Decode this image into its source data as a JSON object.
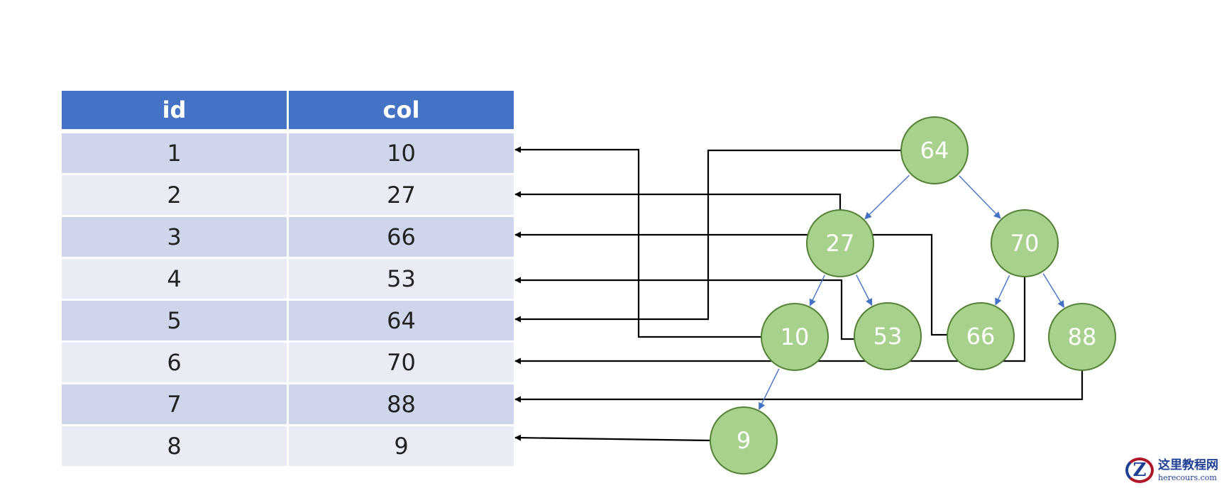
{
  "table": {
    "headers": [
      "id",
      "col"
    ],
    "rows": [
      {
        "id": "1",
        "col": "10"
      },
      {
        "id": "2",
        "col": "27"
      },
      {
        "id": "3",
        "col": "66"
      },
      {
        "id": "4",
        "col": "53"
      },
      {
        "id": "5",
        "col": "64"
      },
      {
        "id": "6",
        "col": "70"
      },
      {
        "id": "7",
        "col": "88"
      },
      {
        "id": "8",
        "col": "9"
      }
    ]
  },
  "tree": {
    "nodes": [
      {
        "key": "n64",
        "label": "64",
        "row": 5
      },
      {
        "key": "n27",
        "label": "27",
        "row": 2
      },
      {
        "key": "n70",
        "label": "70",
        "row": 6
      },
      {
        "key": "n10",
        "label": "10",
        "row": 1
      },
      {
        "key": "n53",
        "label": "53",
        "row": 4
      },
      {
        "key": "n66",
        "label": "66",
        "row": 3
      },
      {
        "key": "n88",
        "label": "88",
        "row": 7
      },
      {
        "key": "n9",
        "label": "9",
        "row": 8
      }
    ],
    "edges": [
      [
        "n64",
        "n27"
      ],
      [
        "n64",
        "n70"
      ],
      [
        "n27",
        "n10"
      ],
      [
        "n27",
        "n53"
      ],
      [
        "n70",
        "n66"
      ],
      [
        "n70",
        "n88"
      ],
      [
        "n10",
        "n9"
      ]
    ]
  },
  "colors": {
    "header_fill": "#4472c4",
    "row_odd": "#cfd5ea",
    "row_even": "#e9ebf5",
    "node_fill": "#a9d18e",
    "node_stroke": "#548235",
    "tree_edge": "#4472c4",
    "pointer": "#000000"
  },
  "watermark": {
    "mark": "Z",
    "text_cn": "这里教程网",
    "text_en": "herecours.com"
  }
}
